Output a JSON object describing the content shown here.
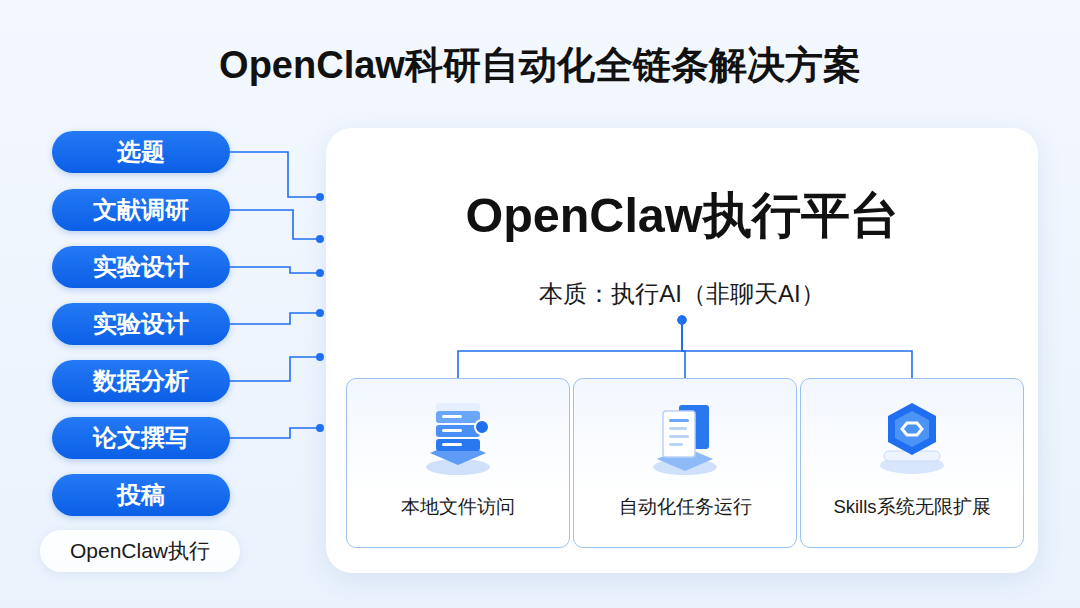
{
  "diagram": {
    "title": "OpenClaw科研自动化全链条解决方案",
    "nodes": [
      {
        "text": [
          "选题"
        ]
      },
      {
        "text": [
          "文献调研"
        ]
      },
      {
        "text": [
          "实验设计"
        ]
      },
      {
        "text": [
          "实验设计"
        ]
      },
      {
        "text": [
          "数据分析"
        ]
      },
      {
        "text": [
          "论文撰写"
        ]
      },
      {
        "text": [
          "投稿"
        ]
      },
      {
        "text": [
          "OpenClaw执行"
        ]
      },
      {
        "text": [
          "OpenClaw执行平台",
          "本质：执行AI（非聊天AI）"
        ]
      },
      {
        "text": [
          "本地文件访问"
        ],
        "in": 8
      },
      {
        "text": [
          "自动化任务运行"
        ],
        "in": 8
      },
      {
        "text": [
          "Skills系统无限扩展"
        ],
        "in": 8
      }
    ],
    "edges": [
      {
        "from": 0,
        "to": 8,
        "arrow": "none"
      },
      {
        "from": 1,
        "to": 8,
        "arrow": "none"
      },
      {
        "from": 2,
        "to": 8,
        "arrow": "none"
      },
      {
        "from": 3,
        "to": 8,
        "arrow": "none"
      },
      {
        "from": 4,
        "to": 8,
        "arrow": "none"
      },
      {
        "from": 5,
        "to": 8,
        "arrow": "none"
      },
      {
        "from": 8,
        "to": 9,
        "arrow": "none"
      },
      {
        "from": 8,
        "to": 10,
        "arrow": "none"
      },
      {
        "from": 8,
        "to": 11,
        "arrow": "none"
      }
    ]
  }
}
